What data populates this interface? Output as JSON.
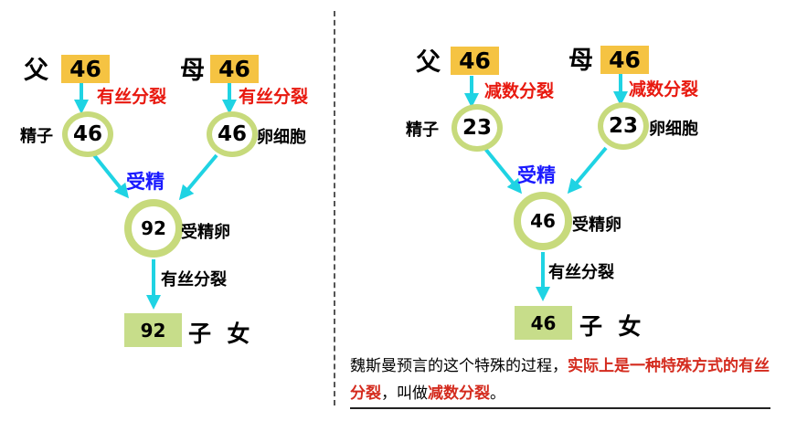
{
  "left": {
    "father_label": "父",
    "father_value": "46",
    "mother_label": "母",
    "mother_value": "46",
    "father_process": "有丝分裂",
    "mother_process": "有丝分裂",
    "sperm_label": "精子",
    "sperm_value": "46",
    "egg_label": "卵细胞",
    "egg_value": "46",
    "fertilization": "受精",
    "zygote_value": "92",
    "zygote_label": "受精卵",
    "child_process": "有丝分裂",
    "child_value": "92",
    "child_label": "子  女"
  },
  "right": {
    "father_label": "父",
    "father_value": "46",
    "mother_label": "母",
    "mother_value": "46",
    "father_process": "减数分裂",
    "mother_process": "减数分裂",
    "sperm_label": "精子",
    "sperm_value": "23",
    "egg_label": "卵细胞",
    "egg_value": "23",
    "fertilization": "受精",
    "zygote_value": "46",
    "zygote_label": "受精卵",
    "child_process": "有丝分裂",
    "child_value": "46",
    "child_label": "子  女"
  },
  "note": {
    "part1": "魏斯曼预言的这个特殊的过程，",
    "part2": "实际上是一种特殊方式的有丝分裂",
    "part3": "，叫做",
    "part4": "减数分裂",
    "part5": "。"
  },
  "colors": {
    "arrow": "#1fd3e3",
    "parent_box": "#f5c342",
    "child_box": "#c7dd8a",
    "ring": "#c7da7c",
    "process_red": "#e8190f",
    "fertilization_blue": "#1a1aff"
  }
}
